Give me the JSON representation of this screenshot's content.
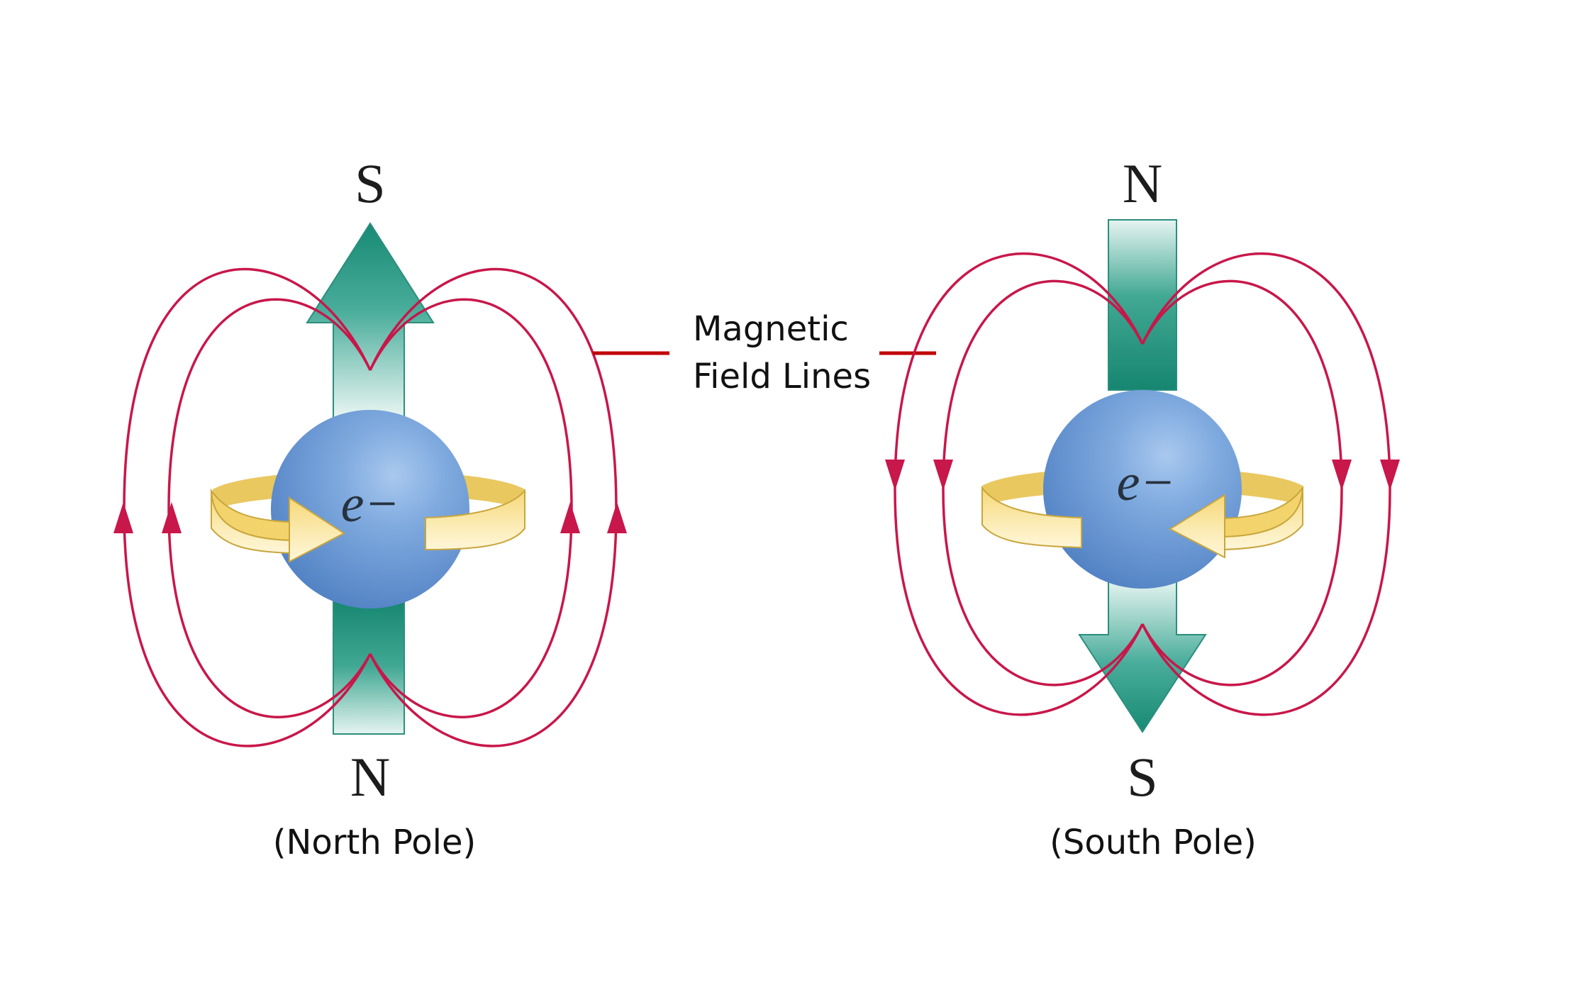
{
  "callout": {
    "line1": "Magnetic",
    "line2": "Field Lines"
  },
  "left_diagram": {
    "top_pole": "S",
    "bottom_pole": "N",
    "electron": "e−",
    "caption": "(North Pole)",
    "spin_arrow_direction": "up",
    "field_line_arrow_direction": "up"
  },
  "right_diagram": {
    "top_pole": "N",
    "bottom_pole": "S",
    "electron": "e−",
    "caption": "(South Pole)",
    "spin_arrow_direction": "down",
    "field_line_arrow_direction": "down"
  },
  "colors": {
    "field_lines": "#c8174a",
    "callout_lines": "#c00000",
    "spin_arrow": "#1d8a78",
    "electron_sphere": "#6f9fd8",
    "rotation_arrow": "#f2d36a"
  }
}
